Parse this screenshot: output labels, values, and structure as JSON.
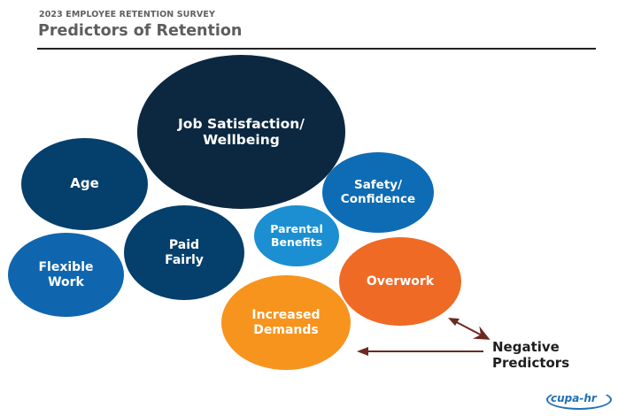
{
  "header": {
    "subtitle": "2023 EMPLOYEE RETENTION SURVEY",
    "title": "Predictors of Retention"
  },
  "bubbles": [
    {
      "id": "job-satisfaction",
      "line1": "Job Satisfaction/",
      "line2": "Wellbeing",
      "color": "#0b2840",
      "predictor": "positive"
    },
    {
      "id": "age",
      "line1": "Age",
      "line2": "",
      "color": "#053f6b",
      "predictor": "positive"
    },
    {
      "id": "safety",
      "line1": "Safety/",
      "line2": "Confidence",
      "color": "#0d6cb4",
      "predictor": "positive"
    },
    {
      "id": "paid-fairly",
      "line1": "Paid",
      "line2": "Fairly",
      "color": "#053f6b",
      "predictor": "positive"
    },
    {
      "id": "parental-benefits",
      "line1": "Parental",
      "line2": "Benefits",
      "color": "#1b8fd2",
      "predictor": "positive"
    },
    {
      "id": "flexible-work",
      "line1": "Flexible",
      "line2": "Work",
      "color": "#0f66ae",
      "predictor": "positive"
    },
    {
      "id": "overwork",
      "line1": "Overwork",
      "line2": "",
      "color": "#ef6a25",
      "predictor": "negative"
    },
    {
      "id": "increased-demands",
      "line1": "Increased",
      "line2": "Demands",
      "color": "#f7941d",
      "predictor": "negative"
    }
  ],
  "annotation": {
    "line1": "Negative",
    "line2": "Predictors",
    "arrow_color": "#6b2a22"
  },
  "logo": {
    "text": "cupa-hr"
  }
}
